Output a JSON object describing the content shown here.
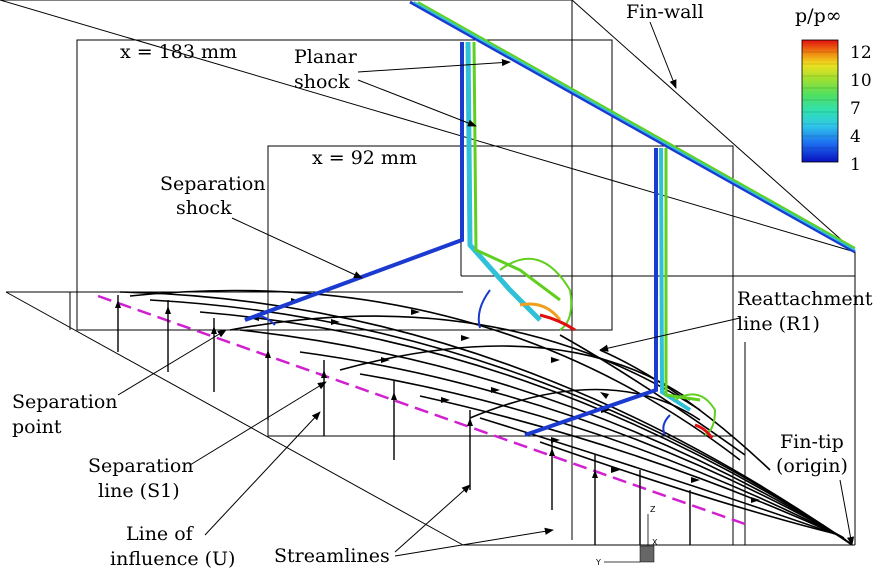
{
  "colors": {
    "influence_line": "#d020d0",
    "shock_low": "#1a3ad0",
    "shock_mid": "#30c0d8",
    "shock_high": "#60d020"
  },
  "labels": {
    "fin_wall": "Fin-wall",
    "x183": "x = 183 mm",
    "x92": "x = 92 mm",
    "planar_shock_l1": "Planar",
    "planar_shock_l2": "shock",
    "separation_shock_l1": "Separation",
    "separation_shock_l2": "shock",
    "reattachment_l1": "Reattachment",
    "reattachment_l2": "line (R1)",
    "separation_point_l1": "Separation",
    "separation_point_l2": "point",
    "separation_line_l1": "Separation",
    "separation_line_l2": "line (S1)",
    "influence_l1": "Line of",
    "influence_l2": "influence (U)",
    "streamlines": "Streamlines",
    "fin_tip_l1": "Fin-tip",
    "fin_tip_l2": "(origin)"
  },
  "legend": {
    "title": "p/p∞",
    "ticks": [
      "12",
      "10",
      "7",
      "4",
      "1"
    ],
    "stops": [
      "#0a10c0",
      "#1c6cf0",
      "#30c8e8",
      "#30e0b0",
      "#50e060",
      "#a0e030",
      "#f0e020",
      "#f08010",
      "#e01010"
    ]
  },
  "axis_triad": {
    "z": "Z",
    "x": "X",
    "y": "Y"
  }
}
